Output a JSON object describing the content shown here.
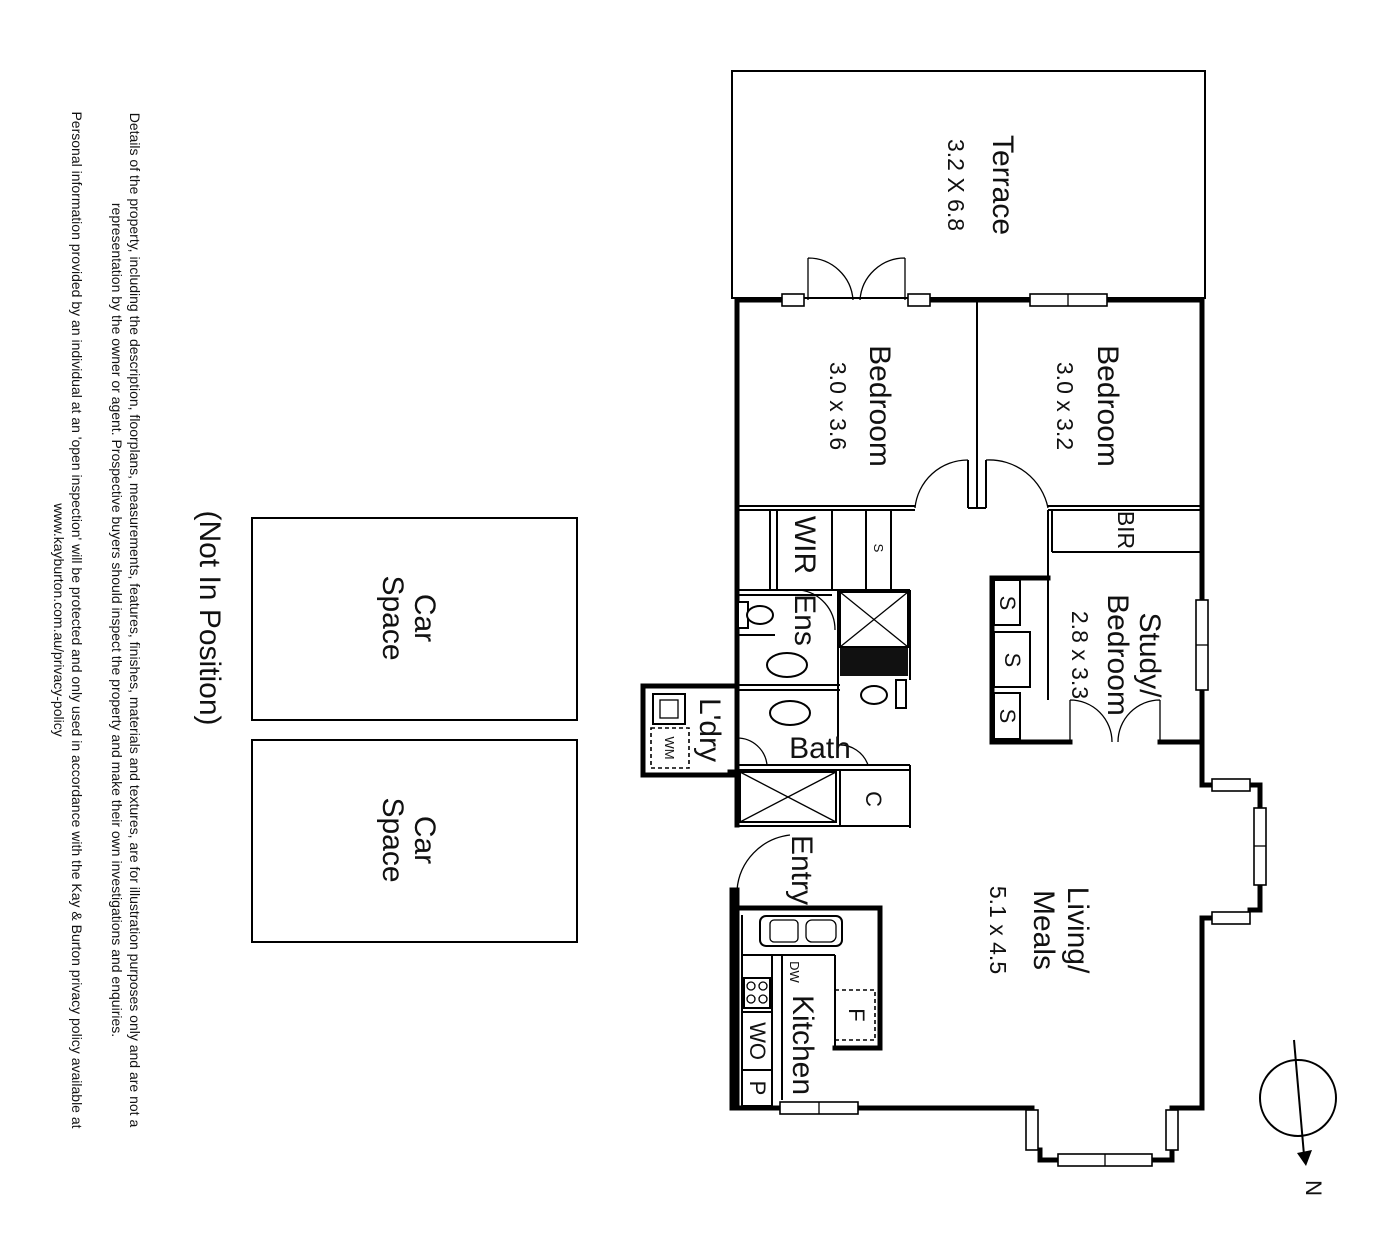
{
  "rooms": {
    "terrace": {
      "name": "Terrace",
      "size": "3.2 X 6.8"
    },
    "bedroom1": {
      "name": "Bedroom",
      "size": "3.0 x 3.2"
    },
    "bedroom2": {
      "name": "Bedroom",
      "size": "3.0 x 3.6"
    },
    "study": {
      "name1": "Study/",
      "name2": "Bedroom",
      "size": "2.8 x 3.3"
    },
    "living": {
      "name1": "Living/",
      "name2": "Meals",
      "size": "5.1 x 4.5"
    },
    "bir": "BIR",
    "wir": "WIR",
    "ens": "Ens",
    "bath": "Bath",
    "laundry": "L'dry",
    "entry": "Entry",
    "kitchen": "Kitchen"
  },
  "fixtures": {
    "shelf": "S",
    "cupboard": "C",
    "washing_machine": "WM",
    "dishwasher": "DW",
    "fridge": "F",
    "wall_oven": "WO",
    "pantry": "P"
  },
  "car_space": {
    "line1": "Car",
    "line2": "Space"
  },
  "car_note": "(Not In Position)",
  "compass": "N",
  "disclaimer": {
    "line1": "Details of the property, including the description, floorplans, measurements, features, finishes, materials and textures, are for illustration purposes only and are not a",
    "line2": "representation by the owner or agent.  Prospective buyers should inspect the property and make their own investigations and enquiries.",
    "line3": "Personal information provided by an individual at an 'open inspection' will be protected and only used in accordance with the Kay & Burton privacy policy available at",
    "line4": "www.kayburton.com.au/privacy-policy"
  }
}
